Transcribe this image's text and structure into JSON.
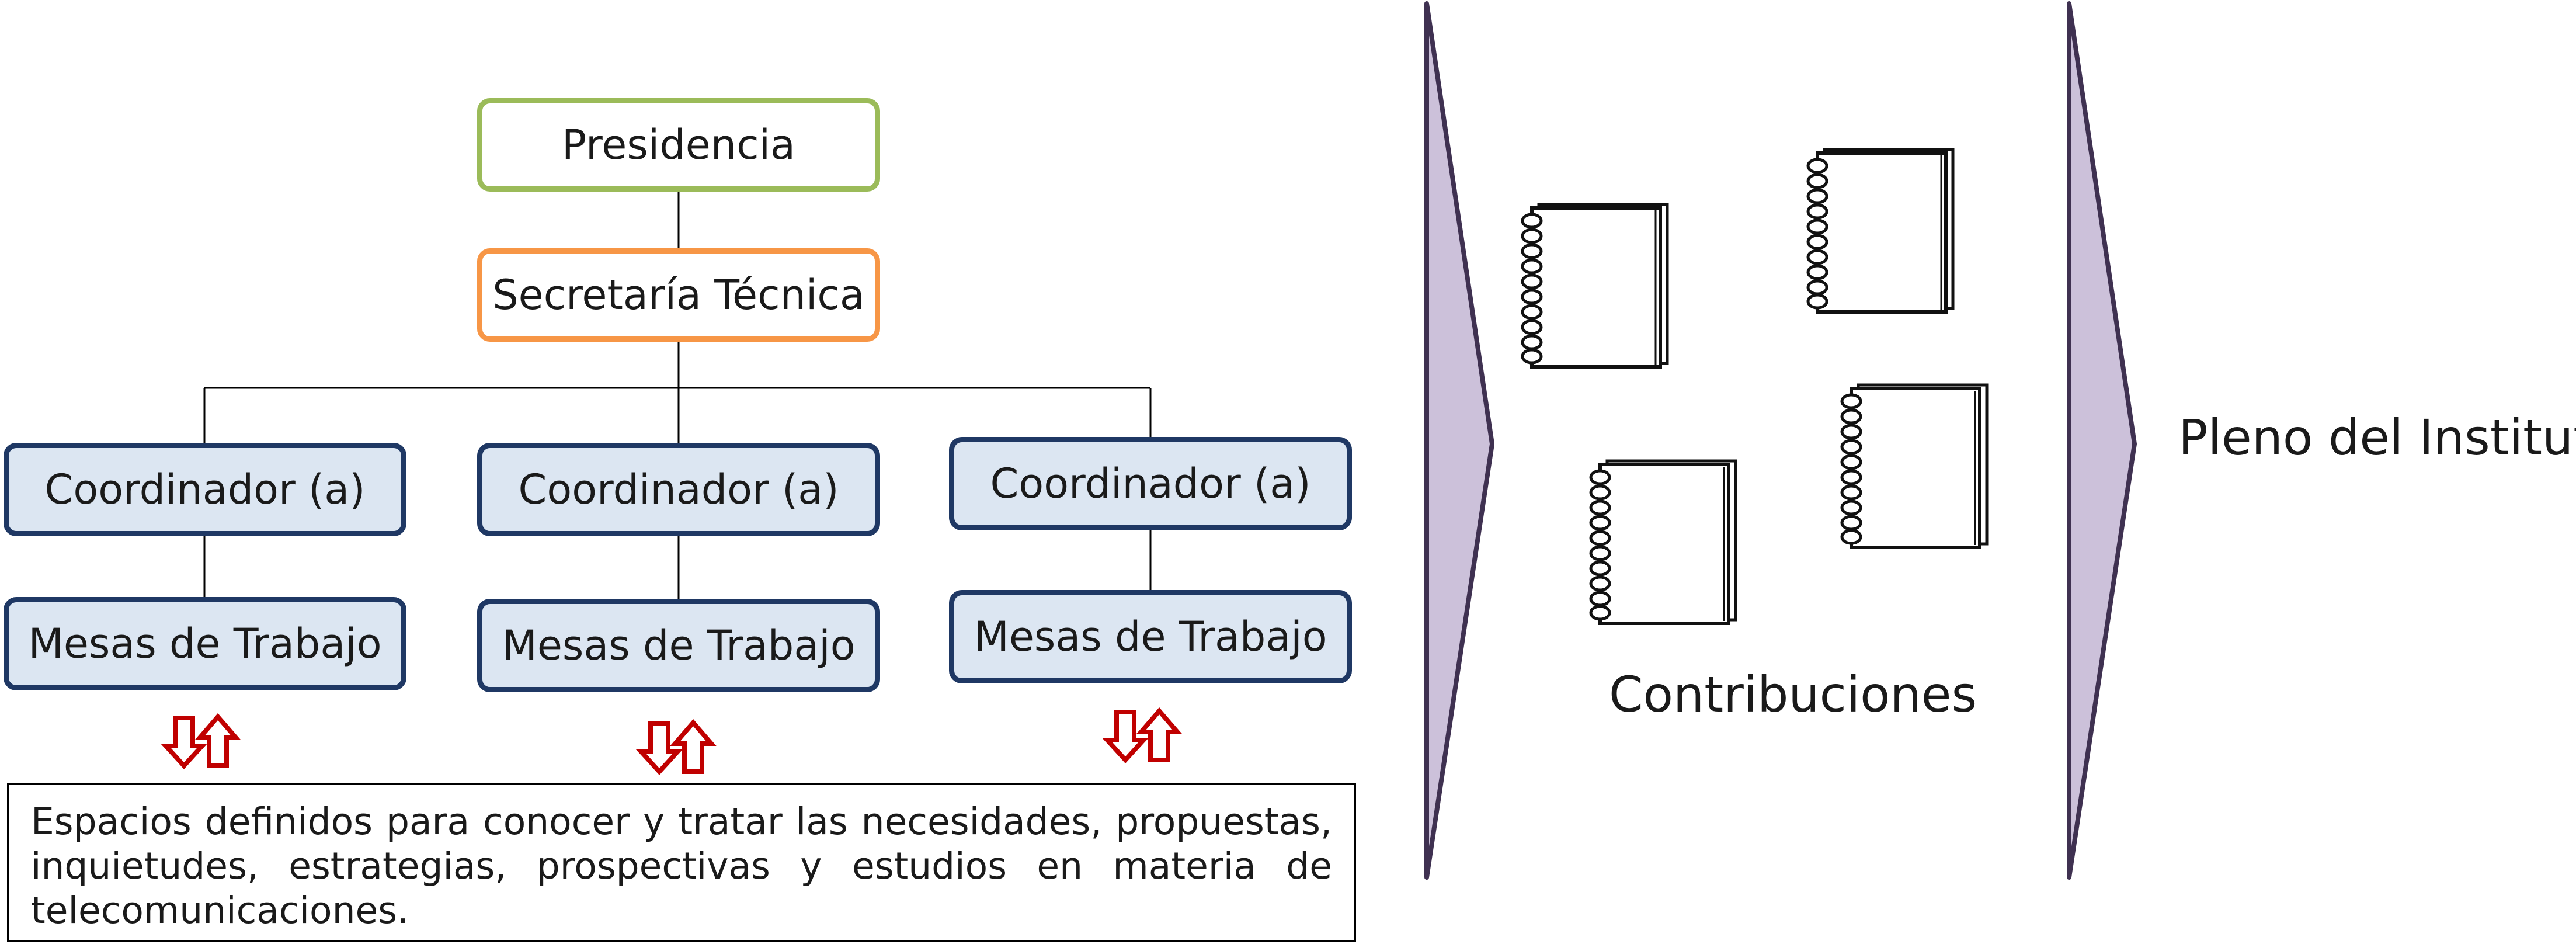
{
  "org_chart": {
    "presidencia": "Presidencia",
    "secretaria": "Secretaría Técnica",
    "columns": [
      {
        "coordinador": "Coordinador (a)",
        "mesas": "Mesas de Trabajo"
      },
      {
        "coordinador": "Coordinador (a)",
        "mesas": "Mesas de Trabajo"
      },
      {
        "coordinador": "Coordinador (a)",
        "mesas": "Mesas de Trabajo"
      }
    ]
  },
  "description": "Espacios definidos para conocer y tratar las necesidades, propuestas, inquietudes, estrategias, prospectivas y estudios en materia de telecomunicaciones.",
  "contributions_label": "Contribuciones",
  "destination_label": "Pleno del Instituto",
  "icons": {
    "notebook": "notebook-icon",
    "exchange_arrows": "up-down-arrows-icon",
    "chevron": "chevron-arrow"
  },
  "colors": {
    "presidencia_border": "#9bbb59",
    "secretaria_border": "#f79646",
    "coordinator_fill": "#dce6f2",
    "coordinator_border": "#1f3864",
    "chevron_fill": "#ccc1da",
    "chevron_border": "#3f3151",
    "arrow_red": "#c00000"
  }
}
